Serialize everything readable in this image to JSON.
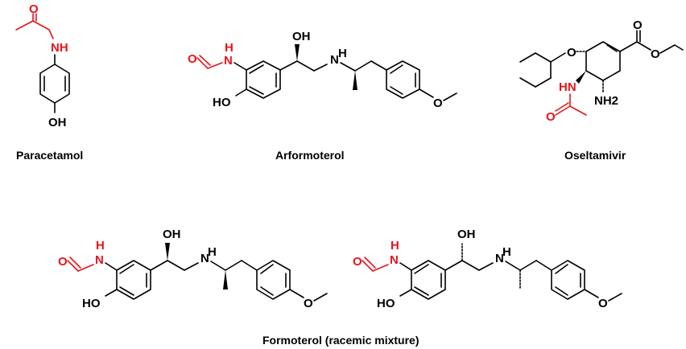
{
  "molecules": {
    "paracetamol": {
      "name": "Paracetamol",
      "atoms": {
        "o": "O",
        "nh": "NH",
        "oh": "OH"
      }
    },
    "arformoterol": {
      "name": "Arformoterol",
      "atoms": {
        "o": "O",
        "nh_amide": "H\nN",
        "n": "N",
        "h": "H",
        "ho": "HO",
        "oh": "OH",
        "o_methoxy": "O"
      }
    },
    "oseltamivir": {
      "name": "Oseltamivir",
      "atoms": {
        "o_ether": "O",
        "o_carbonyl": "O",
        "o_ester": "O",
        "hn": "HN",
        "o_amide": "O",
        "nh2": "NH2"
      }
    },
    "formoterol": {
      "name": "Formoterol (racemic mixture)",
      "atoms": {
        "o": "O",
        "h": "H",
        "n": "N",
        "ho": "HO",
        "oh": "OH",
        "n_amine": "N",
        "h_amine": "H",
        "o_methoxy": "O"
      }
    }
  },
  "colors": {
    "highlight": "#e8141c",
    "bond": "#000000"
  }
}
